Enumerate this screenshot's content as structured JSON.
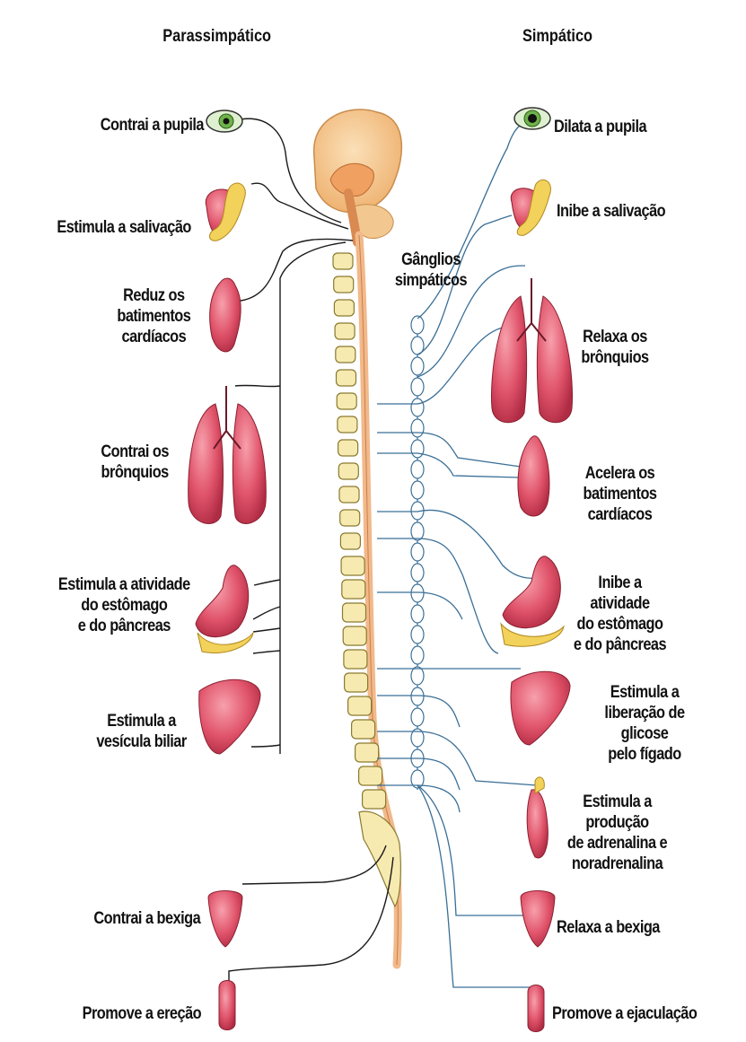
{
  "headers": {
    "left": "Parassimpático",
    "right": "Simpático"
  },
  "ganglia_label": "Gânglios\nsimpáticos",
  "parasympathetic": [
    {
      "organ": "eye-icon",
      "effect": "Contrai a pupila"
    },
    {
      "organ": "salivary-gland-icon",
      "effect": "Estimula a salivação"
    },
    {
      "organ": "heart-icon",
      "effect": "Reduz os\nbatimentos\ncardíacos"
    },
    {
      "organ": "lungs-icon",
      "effect": "Contrai os\nbrônquios"
    },
    {
      "organ": "stomach-pancreas-icon",
      "effect": "Estimula a atividade\ndo estômago\ne do pâncreas"
    },
    {
      "organ": "liver-icon",
      "effect": "Estimula a\nvesícula biliar"
    },
    {
      "organ": "bladder-icon",
      "effect": "Contrai a bexiga"
    },
    {
      "organ": "genitals-icon",
      "effect": "Promove a ereção"
    }
  ],
  "sympathetic": [
    {
      "organ": "eye-icon",
      "effect": "Dilata a pupila"
    },
    {
      "organ": "salivary-gland-icon",
      "effect": "Inibe a salivação"
    },
    {
      "organ": "lungs-icon",
      "effect": "Relaxa os\nbrônquios"
    },
    {
      "organ": "heart-icon",
      "effect": "Acelera os\nbatimentos cardíacos"
    },
    {
      "organ": "stomach-pancreas-icon",
      "effect": "Inibe a atividade\ndo estômago\ne do pâncreas"
    },
    {
      "organ": "liver-icon",
      "effect": "Estimula a\nliberação de glicose\npelo fígado"
    },
    {
      "organ": "adrenal-kidney-icon",
      "effect": "Estimula a produção\nde adrenalina e\nnoradrenalina"
    },
    {
      "organ": "bladder-icon",
      "effect": "Relaxa a bexiga"
    },
    {
      "organ": "genitals-icon",
      "effect": "Promove a ejaculação"
    }
  ],
  "colors": {
    "parasympathetic_nerve": "#1a1a1a",
    "sympathetic_nerve": "#3a6f96",
    "brain": "#f4c489",
    "vertebra": "#f6eab0",
    "spinal_cord": "#f2b98a",
    "organ_red": "#e0536a",
    "pancreas_yellow": "#f2d25a",
    "eye_green": "#6fb34a"
  }
}
